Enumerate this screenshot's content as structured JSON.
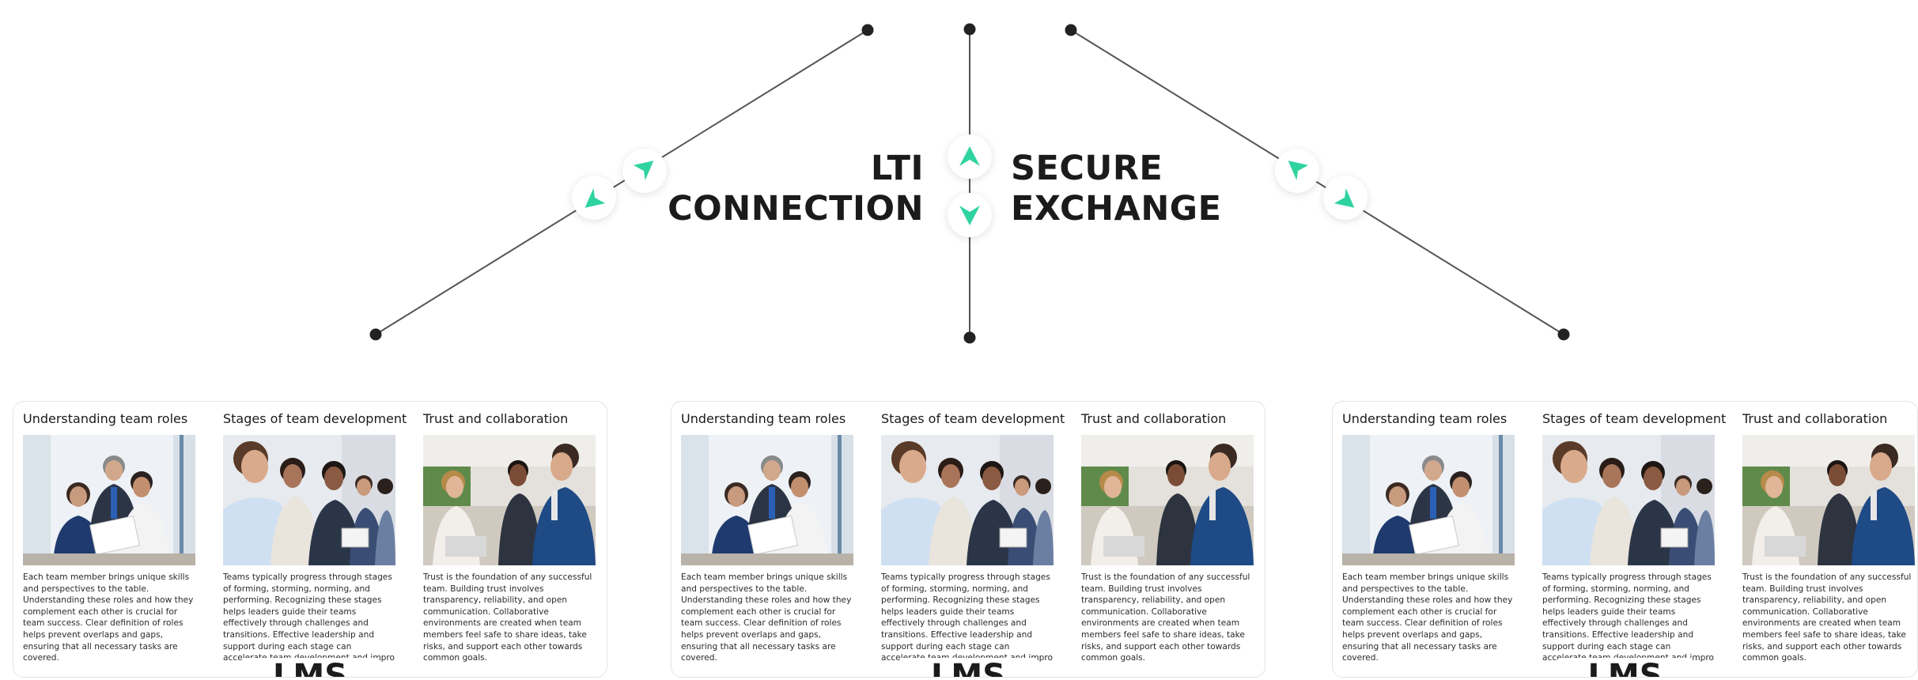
{
  "diagram": {
    "center_title_left": [
      "LTI",
      "CONNECTION"
    ],
    "center_title_right": [
      "SECURE",
      "EXCHANGE"
    ],
    "colors": {
      "arrow": "#2fd3a0",
      "line": "#555555",
      "node": "#222222"
    },
    "icons": [
      "up-arrow-icon",
      "down-arrow-icon",
      "navigation-arrow-icon"
    ]
  },
  "lms_cards": [
    {
      "label": "LMS",
      "columns": [
        {
          "title": "Understanding team roles",
          "text": "Each team member brings unique skills and perspectives to the table. Understanding these roles and how they complement each other is crucial for team success. Clear definition of roles helps prevent overlaps and gaps, ensuring that all necessary tasks are covered."
        },
        {
          "title": "Stages of team development",
          "text": "Teams typically progress through stages of forming, storming, norming, and performing. Recognizing these stages helps leaders guide their teams effectively through challenges and transitions. Effective leadership and support during each stage can accelerate team development and impro"
        },
        {
          "title": "Trust and collaboration",
          "text": "Trust is the foundation of any successful team. Building trust involves transparency, reliability, and open communication. Collaborative environments are created when team members feel safe to share ideas, take risks, and support each other towards common goals."
        }
      ]
    },
    {
      "label": "LMS",
      "columns": [
        {
          "title": "Understanding team roles",
          "text": "Each team member brings unique skills and perspectives to the table. Understanding these roles and how they complement each other is crucial for team success. Clear definition of roles helps prevent overlaps and gaps, ensuring that all necessary tasks are covered."
        },
        {
          "title": "Stages of team development",
          "text": "Teams typically progress through stages of forming, storming, norming, and performing. Recognizing these stages helps leaders guide their teams effectively through challenges and transitions. Effective leadership and support during each stage can accelerate team development and impro"
        },
        {
          "title": "Trust and collaboration",
          "text": "Trust is the foundation of any successful team. Building trust involves transparency, reliability, and open communication. Collaborative environments are created when team members feel safe to share ideas, take risks, and support each other towards common goals."
        }
      ]
    },
    {
      "label": "LMS",
      "columns": [
        {
          "title": "Understanding team roles",
          "text": "Each team member brings unique skills and perspectives to the table. Understanding these roles and how they complement each other is crucial for team success. Clear definition of roles helps prevent overlaps and gaps, ensuring that all necessary tasks are covered."
        },
        {
          "title": "Stages of team development",
          "text": "Teams typically progress through stages of forming, storming, norming, and performing. Recognizing these stages helps leaders guide their teams effectively through challenges and transitions. Effective leadership and support during each stage can accelerate team development and impro"
        },
        {
          "title": "Trust and collaboration",
          "text": "Trust is the foundation of any successful team. Building trust involves transparency, reliability, and open communication. Collaborative environments are created when team members feel safe to share ideas, take risks, and support each other towards common goals."
        }
      ]
    }
  ]
}
